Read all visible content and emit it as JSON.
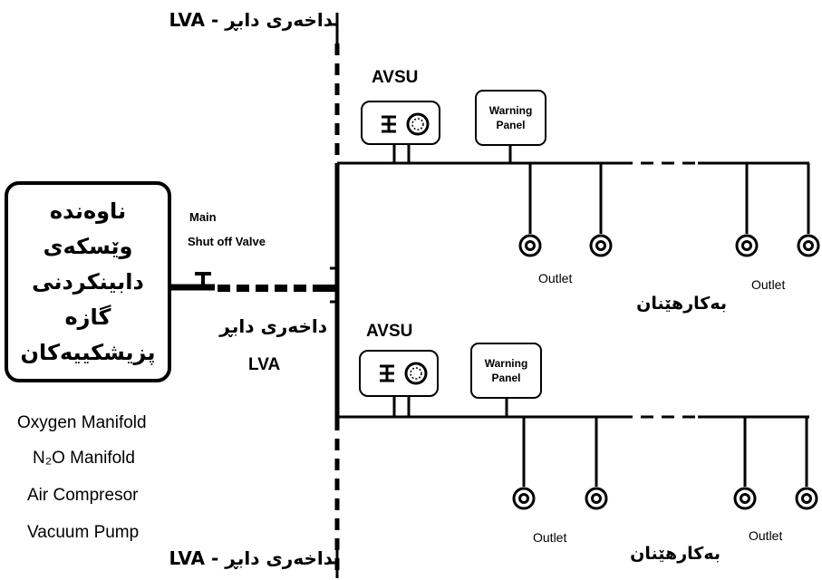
{
  "labels": {
    "top_zone_valve": "LVA - داخەری دابڕ",
    "bottom_zone_valve": "LVA - داخەری دابڕ",
    "middle_zone_valve": "داخەری دابڕ",
    "middle_zone_valve_abbr": "LVA",
    "main_valve_line1": "Main",
    "main_valve_line2": "Shut off Valve"
  },
  "source": {
    "lines": [
      "ناوەندە",
      "وێسکەی",
      "دابینکردنی",
      "گازە",
      "پزیشکییەکان"
    ],
    "list": [
      "Oxygen Manifold",
      "N₂O Manifold",
      "Air Compresor",
      "Vacuum Pump"
    ]
  },
  "branches": [
    {
      "avsu_label": "AVSU",
      "warning_panel": [
        "Warning",
        "Panel"
      ],
      "outlet_left": "Outlet",
      "outlet_right": "Outlet",
      "users": "بەکارهێنان"
    },
    {
      "avsu_label": "AVSU",
      "warning_panel": [
        "Warning",
        "Panel"
      ],
      "outlet_left": "Outlet",
      "outlet_right": "Outlet",
      "users": "بەکارهێنان"
    }
  ],
  "icons": {
    "valve": "valve-icon",
    "gauge": "pressure-gauge-icon",
    "outlet": "gas-outlet-icon"
  }
}
